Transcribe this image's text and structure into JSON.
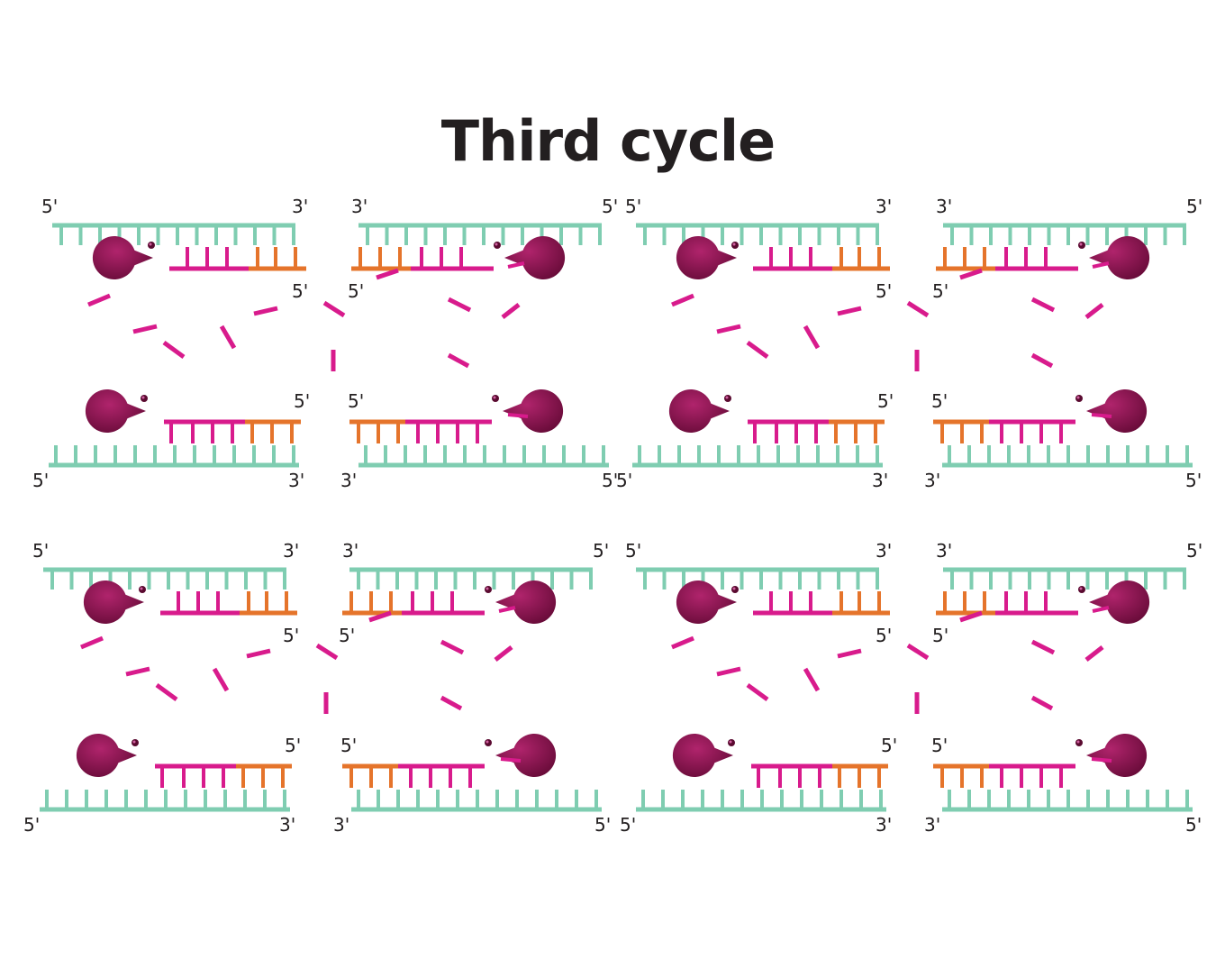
{
  "title": "Third cycle",
  "colors": {
    "template": "#7fcdb1",
    "new_strand": "#d81b8c",
    "primer": "#e5742b",
    "polymerase": "#8c1250"
  },
  "labels": {
    "five_prime": "5'",
    "three_prime": "3'"
  },
  "icons": {
    "polymerase": "polymerase-pacman-icon",
    "fragment": "nucleotide-fragment"
  }
}
